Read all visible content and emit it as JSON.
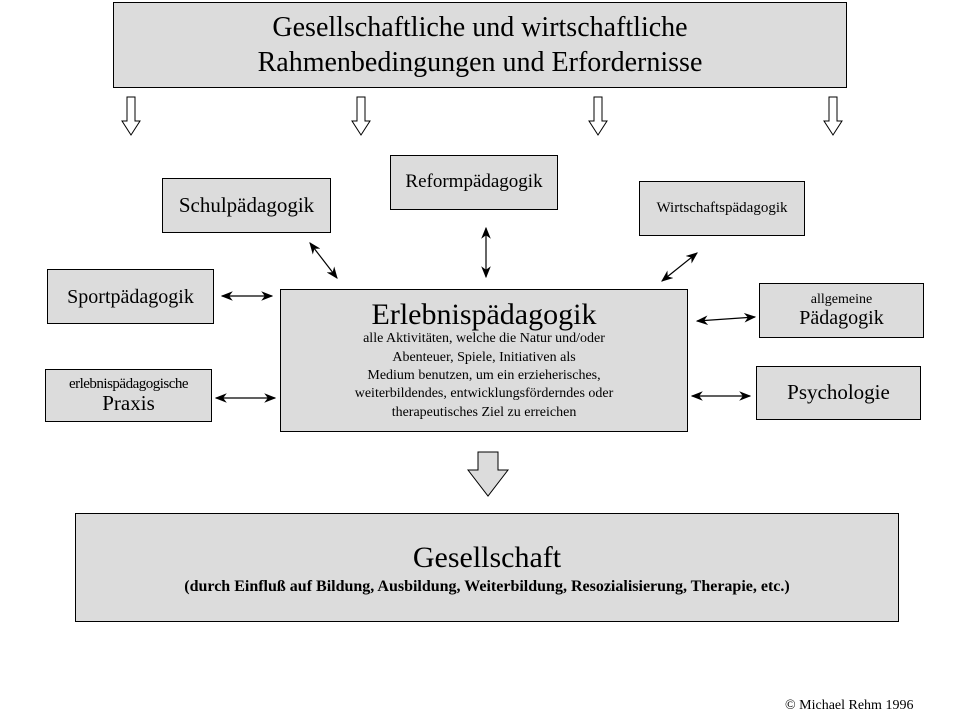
{
  "top": {
    "line1": "Gesellschaftliche und wirtschaftliche",
    "line2": "Rahmenbedingungen und Erfordernisse"
  },
  "reform": "Reformpädagogik",
  "schul": "Schulpädagogik",
  "wirtschaft": "Wirtschaftspädagogik",
  "sport": "Sportpädagogik",
  "allgemein": {
    "line1": "allgemeine",
    "line2": "Pädagogik"
  },
  "praxis": {
    "line1": "erlebnispädagogische",
    "line2": "Praxis"
  },
  "psych": "Psychologie",
  "center": {
    "title": "Erlebnispädagogik",
    "lines": [
      "alle Aktivitäten, welche die Natur und/oder",
      "Abenteuer, Spiele, Initiativen als",
      "Medium benutzen, um ein erzieherisches,",
      "weiterbildendes, entwicklungsförderndes oder",
      "therapeutisches Ziel zu erreichen"
    ]
  },
  "bottom": {
    "title": "Gesellschaft",
    "subtitle": "(durch Einfluß auf Bildung, Ausbildung, Weiterbildung, Resozialisierung, Therapie, etc.)"
  },
  "copyright": "© Michael Rehm 1996",
  "colors": {
    "box_fill": "#dcdcdc"
  }
}
